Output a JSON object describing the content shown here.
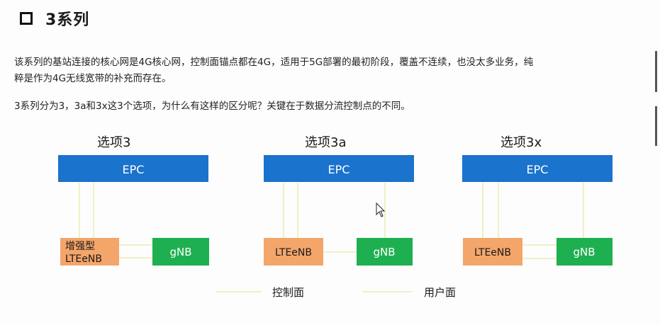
{
  "title": "3系列",
  "paragraphs": [
    "该系列的基站连接的核心网是4G核心网，控制面锚点都在4G，适用于5G部署的最初阶段，覆盖不连续，也没太多业务，纯",
    "粹是作为4G无线宽带的补充而存在。",
    "3系列分为3，3a和3x这3个选项，为什么有这样的区分呢？关键在于数据分流控制点的不同。"
  ],
  "options": [
    {
      "label": "选项3",
      "epc": "EPC",
      "lte": [
        "增强型",
        "LTEeNB"
      ],
      "gnb": "gNB"
    },
    {
      "label": "选项3a",
      "epc": "EPC",
      "lte": [
        "LTEeNB"
      ],
      "gnb": "gNB"
    },
    {
      "label": "选项3x",
      "epc": "EPC",
      "lte": [
        "LTEeNB"
      ],
      "gnb": "gNB"
    }
  ],
  "legend": {
    "control_plane": "控制面",
    "user_plane": "用户面"
  },
  "colors": {
    "epc": "#1a73cc",
    "lte": "#f4a56a",
    "gnb": "#1eb050",
    "line": "#f2efc4"
  }
}
